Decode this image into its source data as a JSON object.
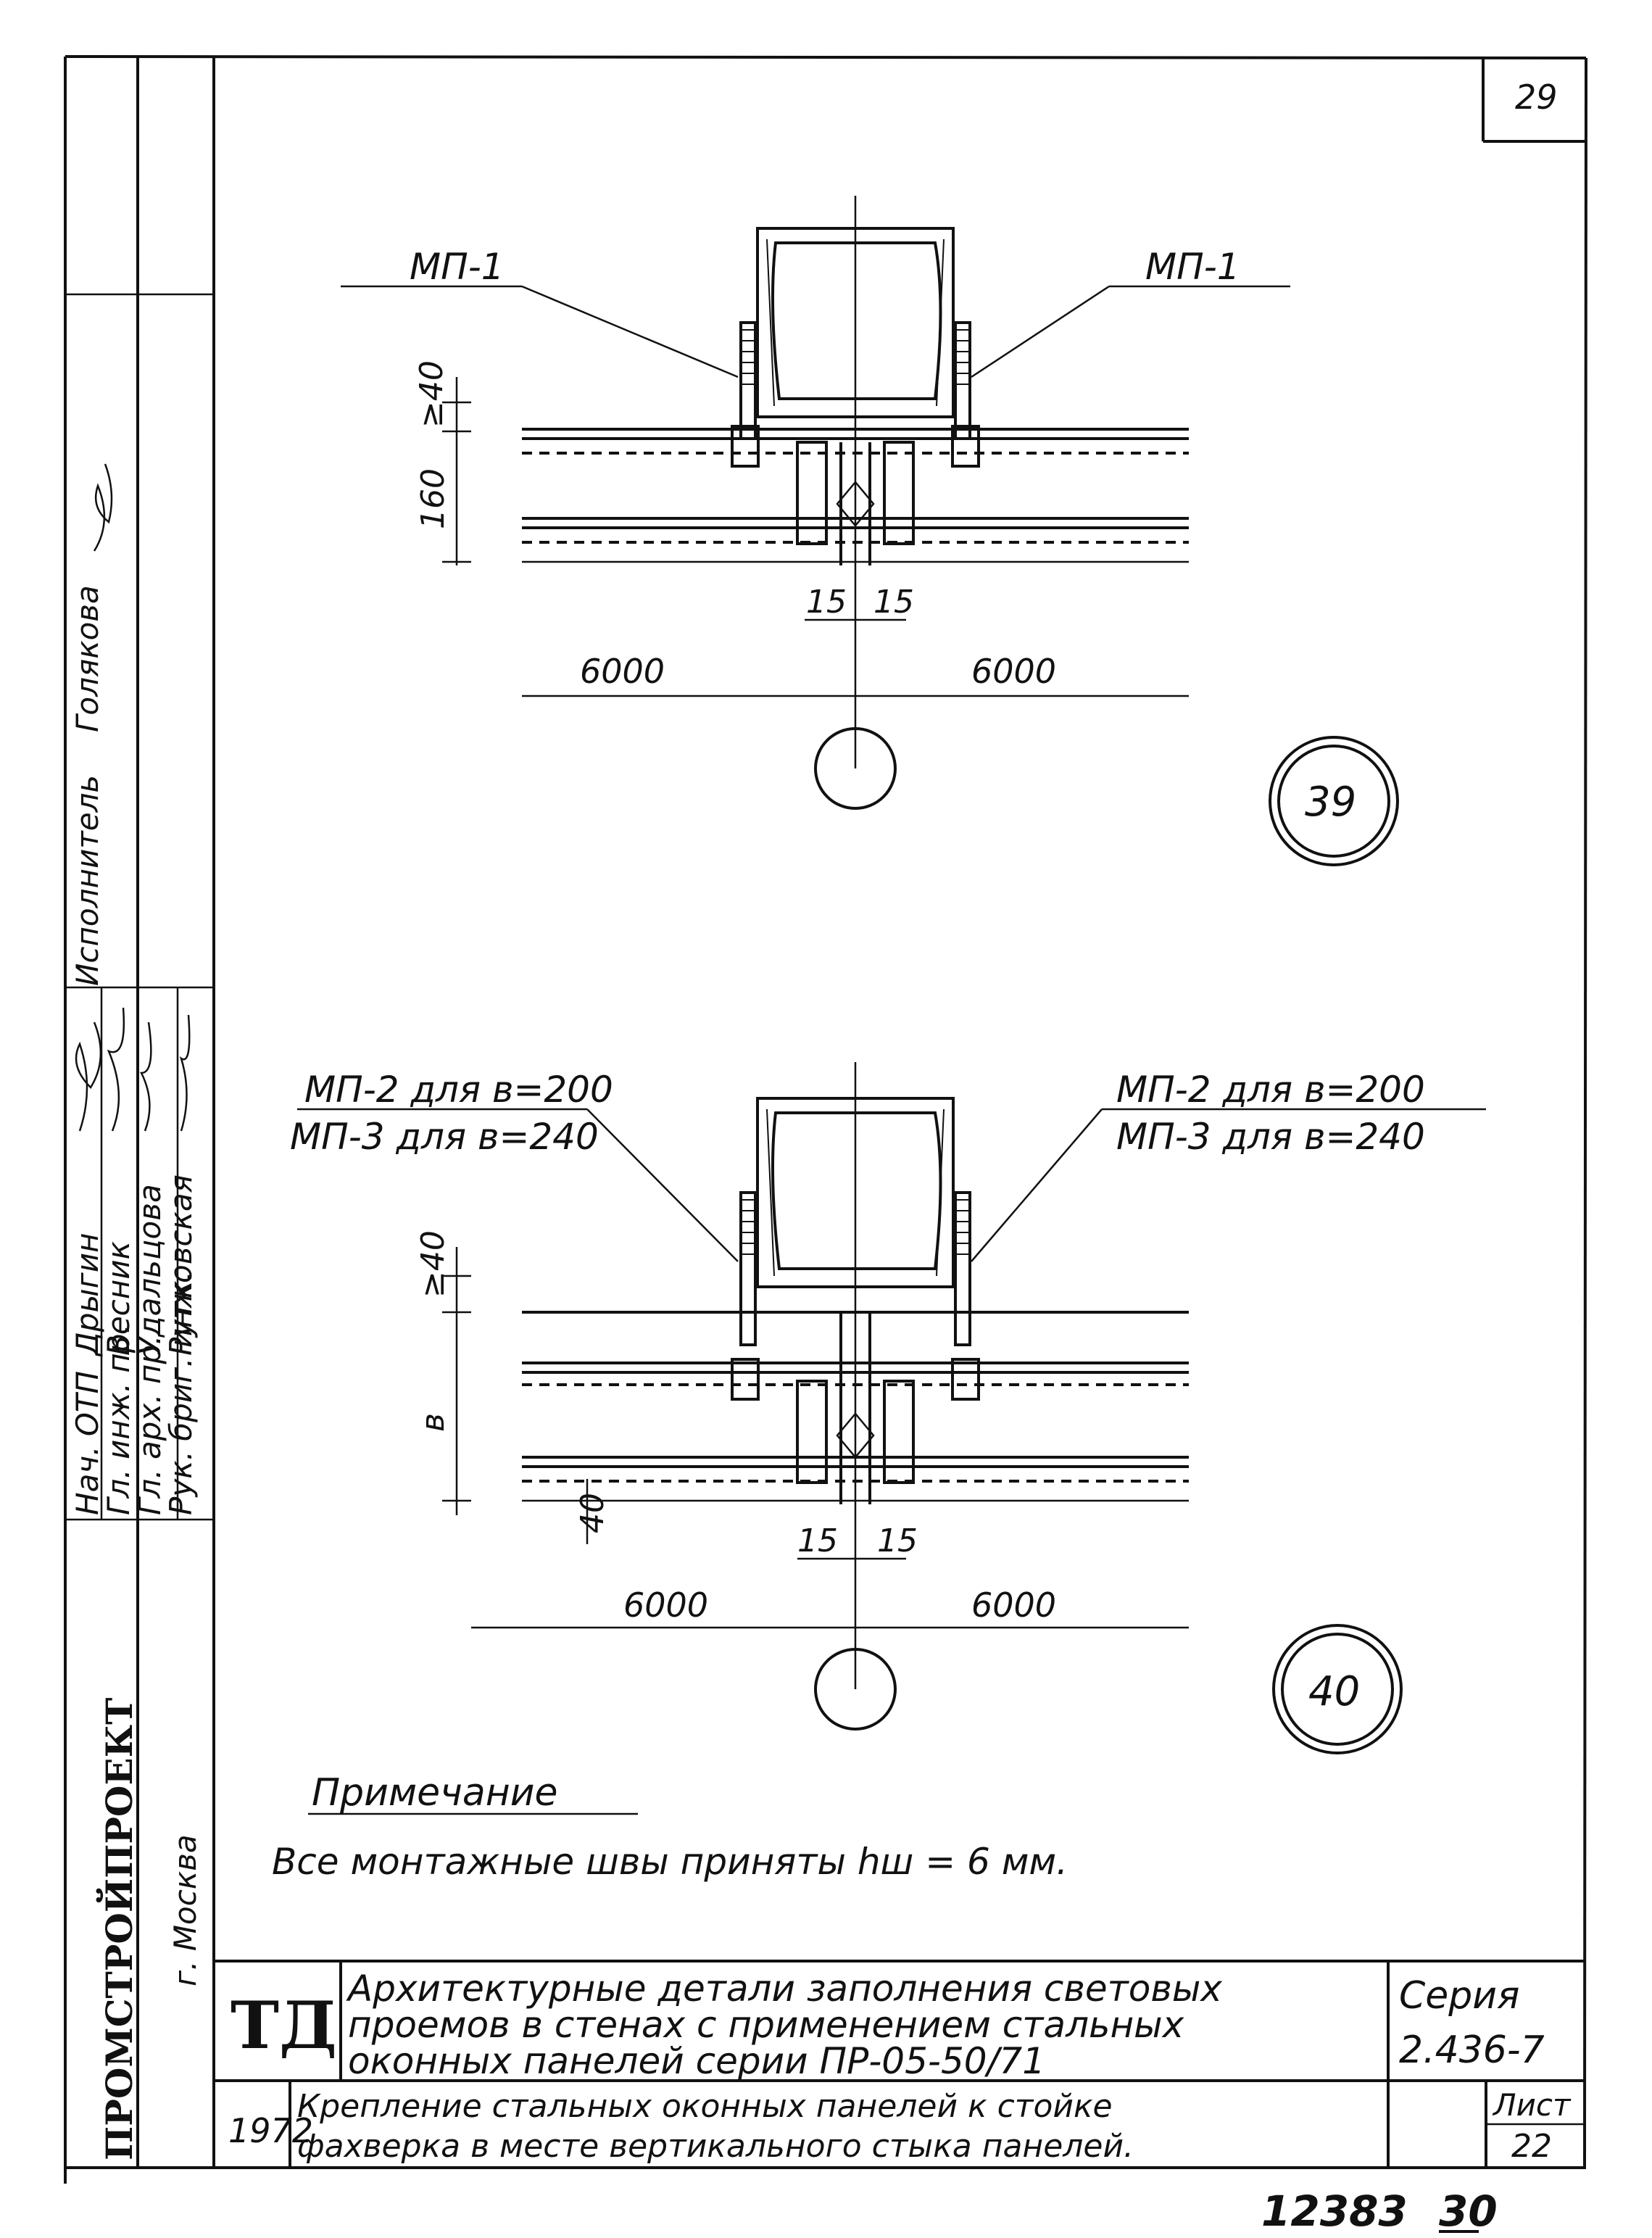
{
  "sheet": {
    "number": "29",
    "archive": "12383",
    "archive_page": "30"
  },
  "detail_39": {
    "marker": "39",
    "label_left": "МП-1",
    "label_right": "МП-1",
    "dim_top": "≥40",
    "dim_height": "160",
    "dim_joint_left": "15",
    "dim_joint_right": "15",
    "span_left": "6000",
    "span_right": "6000"
  },
  "detail_40": {
    "marker": "40",
    "label_left_1": "МП-2 для в=200",
    "label_left_2": "МП-3 для в=240",
    "label_right_1": "МП-2 для в=200",
    "label_right_2": "МП-3 для в=240",
    "dim_top": "≥40",
    "dim_height": "в",
    "dim_bottom": "40",
    "dim_joint_left": "15",
    "dim_joint_right": "15",
    "span_left": "6000",
    "span_right": "6000"
  },
  "note": {
    "heading": "Примечание",
    "text": "Все монтажные швы приняты hш = 6 мм."
  },
  "title_block": {
    "logo": "ТД",
    "title_line_1": "Архитектурные детали заполнения световых",
    "title_line_2": "проемов в стенах с применением стальных",
    "title_line_3": "оконных панелей серии ПР-05-50/71",
    "sheet_title_line_1": "Крепление стальных оконных панелей к стойке",
    "sheet_title_line_2": "фахверка в месте вертикального стыка панелей.",
    "year": "1972",
    "series_label": "Серия",
    "series_value": "2.436-7",
    "list_label": "Лист",
    "list_value": "22"
  },
  "side_panel": {
    "org": "ПРОМСТРОЙПРОЕКТ",
    "city": "г. Москва",
    "roles": [
      "Нач. ОТП",
      "Гл. инж. пр.",
      "Гл. арх. пр.",
      "Рук. бриг. инж."
    ],
    "names": [
      "Дрыгин",
      "Весник",
      "Удальцова",
      "Рутковская"
    ],
    "executor_role": "Исполнитель",
    "executor_name": "Голякова"
  }
}
